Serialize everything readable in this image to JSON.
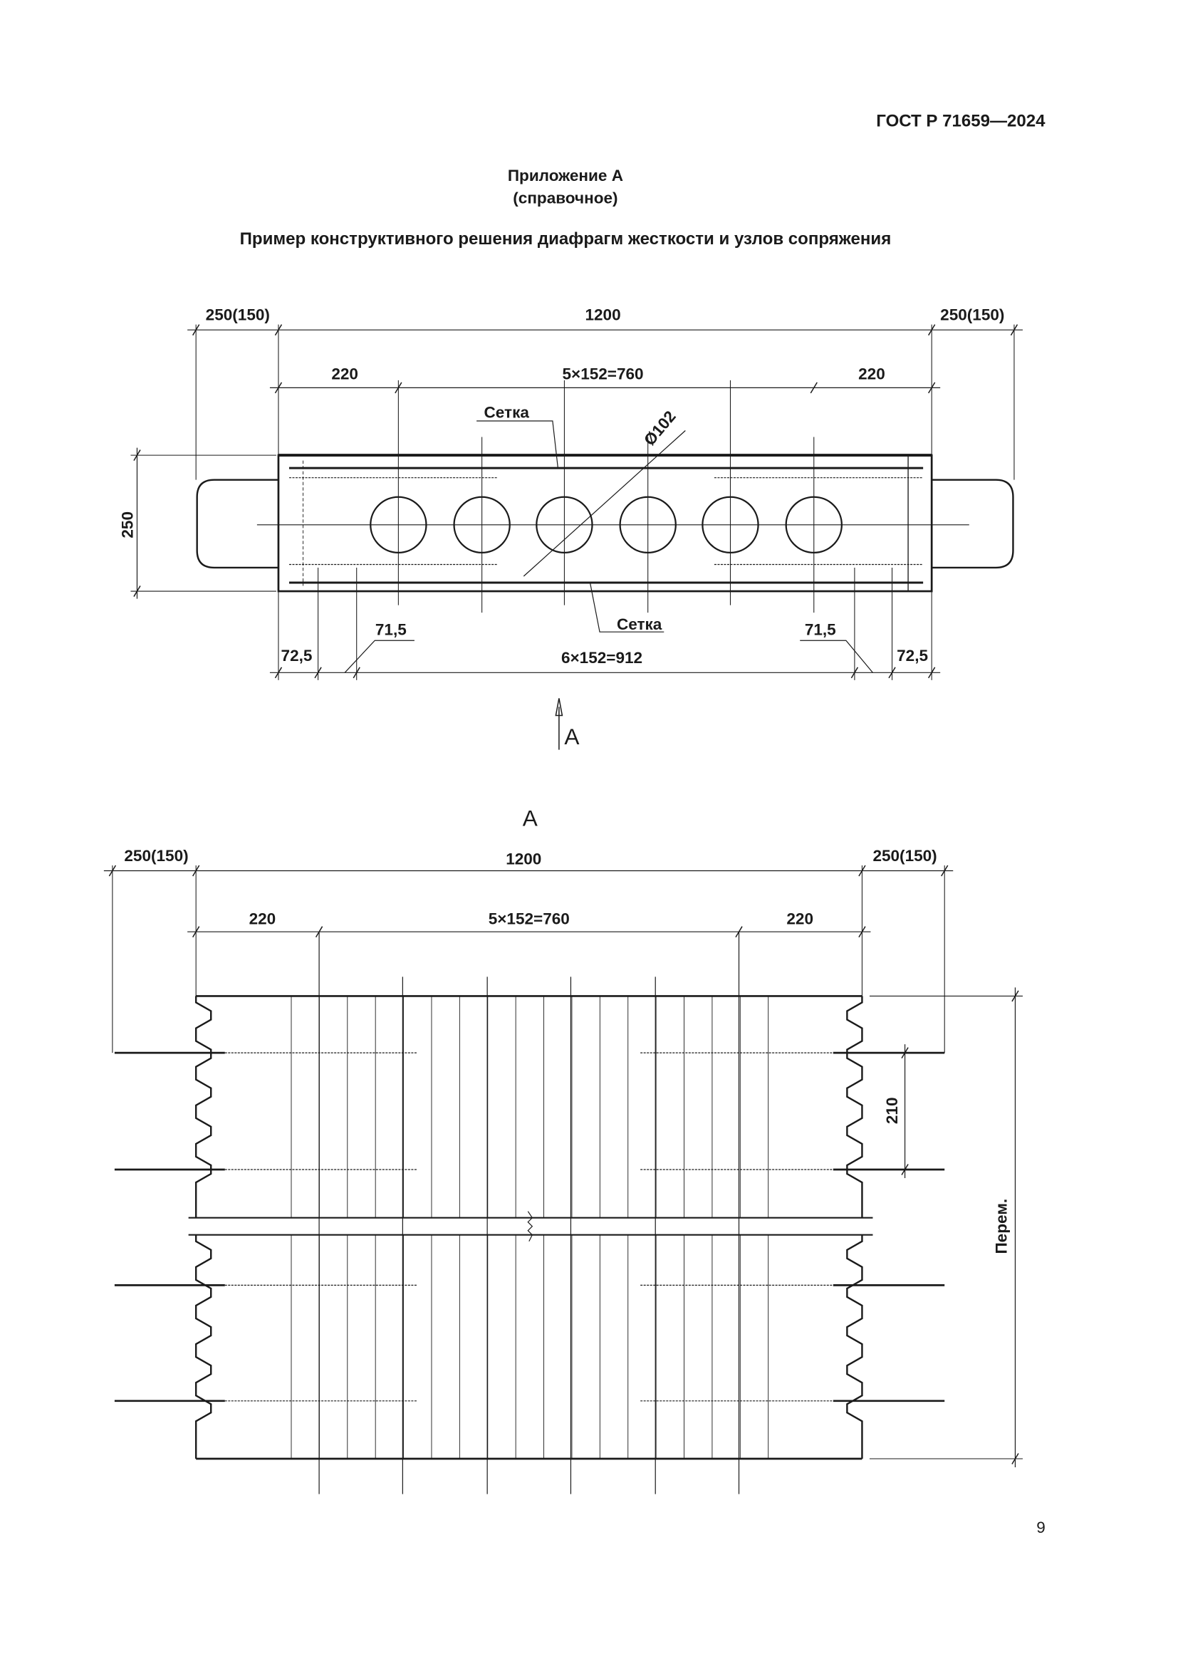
{
  "header": {
    "standard": "ГОСТ Р 71659—2024"
  },
  "appendix": {
    "title": "Приложение А",
    "subtitle": "(справочное)"
  },
  "heading": "Пример конструктивного решения диафрагм жесткости и узлов сопряжения",
  "plan": {
    "dim_side": "250(150)",
    "dim_total": "1200",
    "dim_edge": "220",
    "dim_pitch": "5×152=760",
    "dim_height": "250",
    "mesh_label": "Сетка",
    "hole_diameter": "Ø102",
    "dim_end": "72,5",
    "dim_offset": "71,5",
    "dim_bottom": "6×152=912",
    "view_marker": "А"
  },
  "view": {
    "title": "А",
    "dim_side": "250(150)",
    "dim_total": "1200",
    "dim_edge": "220",
    "dim_pitch": "5×152=760",
    "dim_step": "210",
    "dim_var": "Перем."
  },
  "page_number": "9"
}
